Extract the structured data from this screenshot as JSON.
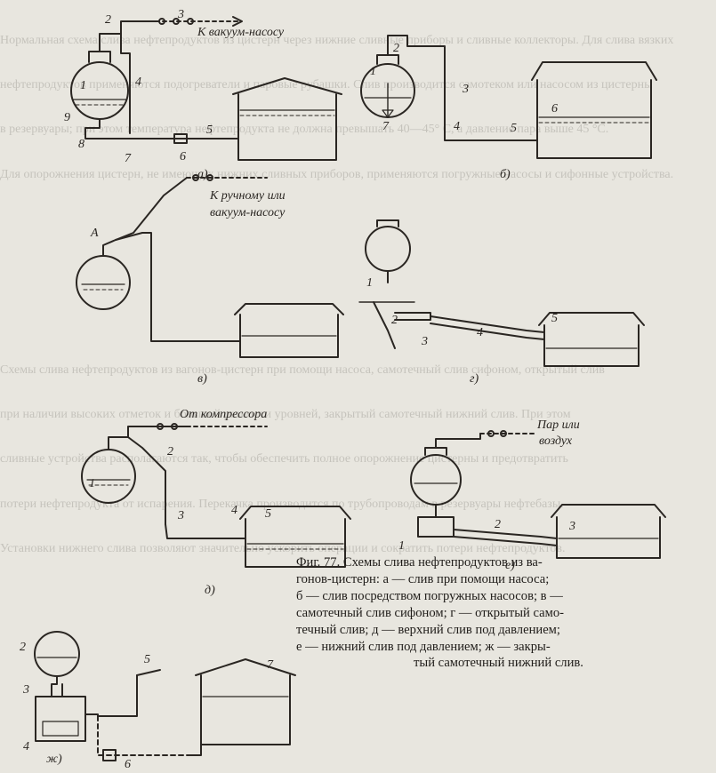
{
  "bleed_through": [
    "Нормальная схема слива нефтепродуктов из цистерн через нижние сливные приборы и сливные коллекторы. Для слива вязких",
    "нефтепродуктов применяются подогреватели и паровые рубашки. Слив производится самотеком или насосом из цистерны",
    "в резервуары; при этом температура нефтепродукта не должна превышать 40—45° С, а давление пара выше 45 °C.",
    "Для опорожнения цистерн, не имеющих нижних сливных приборов, применяются погружные насосы и сифонные устройства."
  ],
  "bleed_lower": [
    "Схемы слива нефтепродуктов из вагонов-цистерн при помощи насоса, самотечный слив сифоном, открытый слив",
    "при наличии высоких отметок и большой разности уровней, закрытый самотечный нижний слив. При этом",
    "сливные устройства располагаются так, чтобы обеспечить полное опорожнение цистерны и предотвратить",
    "потери нефтепродукта от испарения. Перекачка производится по трубопроводам в резервуары нефтебазы.",
    "Установки нижнего слива позволяют значительно ускорить операции и сократить потери нефтепродуктов."
  ],
  "figure": {
    "a_label_vacuum": "К вакуум-насосу",
    "v_label_pump_line1": "К ручному или",
    "v_label_pump_line2": "вакуум-насосу",
    "d_label_compressor": "От компрессора",
    "e_label_line1": "Пар или",
    "e_label_line2": "воздух",
    "panel_a": "а)",
    "panel_b": "б)",
    "panel_v": "в)",
    "panel_g": "г)",
    "panel_d": "д)",
    "panel_e": "е)",
    "panel_zh": "ж)",
    "n1": "1",
    "n2": "2",
    "n3": "3",
    "n4": "4",
    "n5": "5",
    "n6": "6",
    "n7": "7",
    "n8": "8",
    "n9": "9",
    "nA": "А"
  },
  "caption": {
    "line1": "Фиг. 77. Схемы слива нефтепродуктов из ва-",
    "line2": "гонов-цистерн: а — слив при помощи насоса;",
    "line3": "б — слив посредством погружных насосов; в —",
    "line4": "самотечный слив сифоном; г — открытый само-",
    "line5": "течный слив; д — верхний слив под давлением;",
    "line6": "е — нижний слив под давлением; ж — закры-",
    "line7": "тый самотечный нижний слив."
  }
}
